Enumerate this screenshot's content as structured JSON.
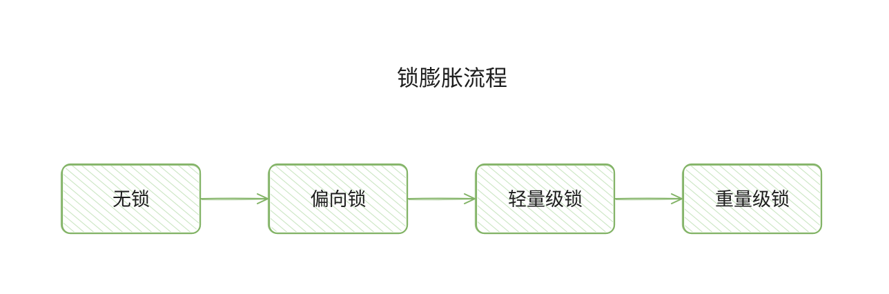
{
  "diagram": {
    "title": "锁膨胀流程",
    "nodes": [
      {
        "id": "no-lock",
        "label": "无锁"
      },
      {
        "id": "biased-lock",
        "label": "偏向锁"
      },
      {
        "id": "lightweight-lock",
        "label": "轻量级锁"
      },
      {
        "id": "heavyweight-lock",
        "label": "重量级锁"
      }
    ],
    "edges": [
      {
        "from": "no-lock",
        "to": "biased-lock"
      },
      {
        "from": "biased-lock",
        "to": "lightweight-lock"
      },
      {
        "from": "lightweight-lock",
        "to": "heavyweight-lock"
      }
    ],
    "colors": {
      "stroke": "#82b366",
      "hatch": "#c9e5c1",
      "text": "#1e1e1e",
      "background": "#ffffff"
    }
  }
}
